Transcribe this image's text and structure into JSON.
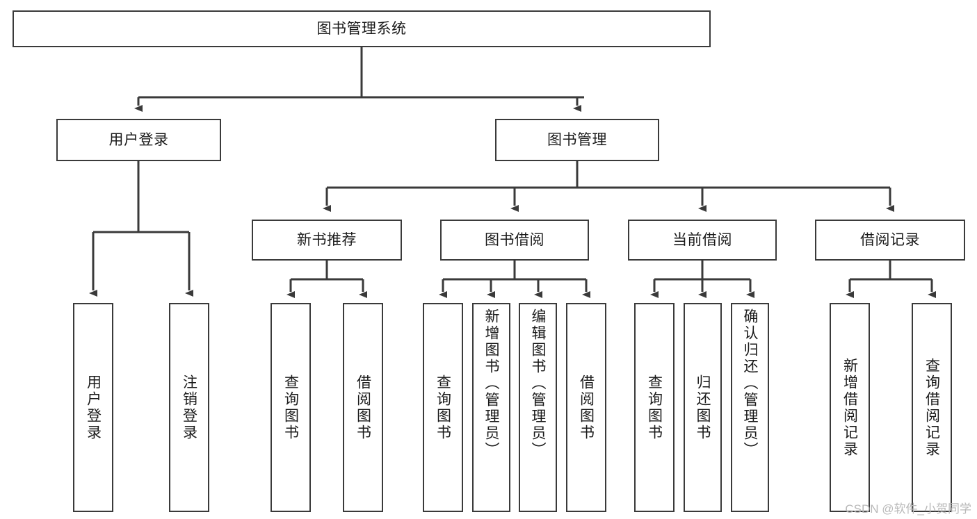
{
  "diagram": {
    "type": "tree-hierarchy-chart",
    "title": "图书管理系统",
    "colors": {
      "stroke": "#3a3a3a",
      "fill": "#ffffff",
      "text": "#1a1a1a",
      "watermark": "#b9b9b9"
    },
    "root": {
      "label": "图书管理系统",
      "orientation": "horizontal"
    },
    "level2": [
      {
        "label": "用户登录",
        "orientation": "horizontal"
      },
      {
        "label": "图书管理",
        "orientation": "horizontal"
      }
    ],
    "level3": [
      {
        "label": "新书推荐",
        "orientation": "horizontal"
      },
      {
        "label": "图书借阅",
        "orientation": "horizontal"
      },
      {
        "label": "当前借阅",
        "orientation": "horizontal"
      },
      {
        "label": "借阅记录",
        "orientation": "horizontal"
      }
    ],
    "leaves": {
      "user_login": [
        {
          "label": "用户登录",
          "orientation": "vertical"
        },
        {
          "label": "注销登录",
          "orientation": "vertical"
        }
      ],
      "new_book_recommend": [
        {
          "label": "查询图书",
          "orientation": "vertical"
        },
        {
          "label": "借阅图书",
          "orientation": "vertical"
        }
      ],
      "book_borrow": [
        {
          "label": "查询图书",
          "orientation": "vertical"
        },
        {
          "label": "新增图书（管理员）",
          "orientation": "vertical"
        },
        {
          "label": "编辑图书（管理员）",
          "orientation": "vertical"
        },
        {
          "label": "借阅图书",
          "orientation": "vertical"
        }
      ],
      "current_borrow": [
        {
          "label": "查询图书",
          "orientation": "vertical"
        },
        {
          "label": "归还图书",
          "orientation": "vertical"
        },
        {
          "label": "确认归还（管理员）",
          "orientation": "vertical"
        }
      ],
      "borrow_record": [
        {
          "label": "新增借阅记录",
          "orientation": "vertical"
        },
        {
          "label": "查询借阅记录",
          "orientation": "vertical"
        }
      ]
    }
  },
  "watermark": {
    "text": "CSDN @软件_小贺同学"
  }
}
